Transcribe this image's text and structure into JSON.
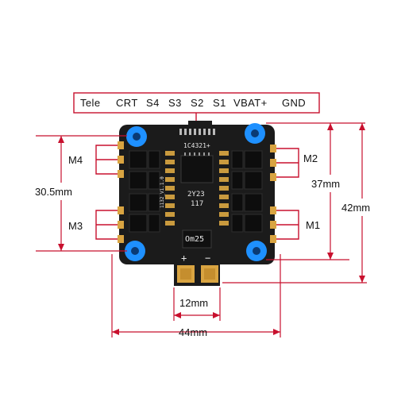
{
  "connector_pins": {
    "labels": [
      "Tele",
      "CRT",
      "S4",
      "S3",
      "S2",
      "S1",
      "VBAT+",
      "GND"
    ],
    "line_color": "#c8102e"
  },
  "motor_labels": {
    "m1": "M1",
    "m2": "M2",
    "m3": "M3",
    "m4": "M4"
  },
  "dimensions": {
    "mount_spacing_left": "30.5mm",
    "mount_spacing_right": "37mm",
    "board_height": "42mm",
    "power_pad_width": "12mm",
    "board_width": "44mm"
  },
  "silkscreen": {
    "top_label": "1C4321+",
    "chip_label_1": "2Y23",
    "chip_label_2": "117",
    "version": "1132_V1.1.0",
    "pad_label": "Om25",
    "plus": "+",
    "minus": "−"
  },
  "colors": {
    "board": "#1b1b1b",
    "standoff": "#1e90ff",
    "pads": "#d9a441",
    "dimension_lines": "#c8102e"
  }
}
